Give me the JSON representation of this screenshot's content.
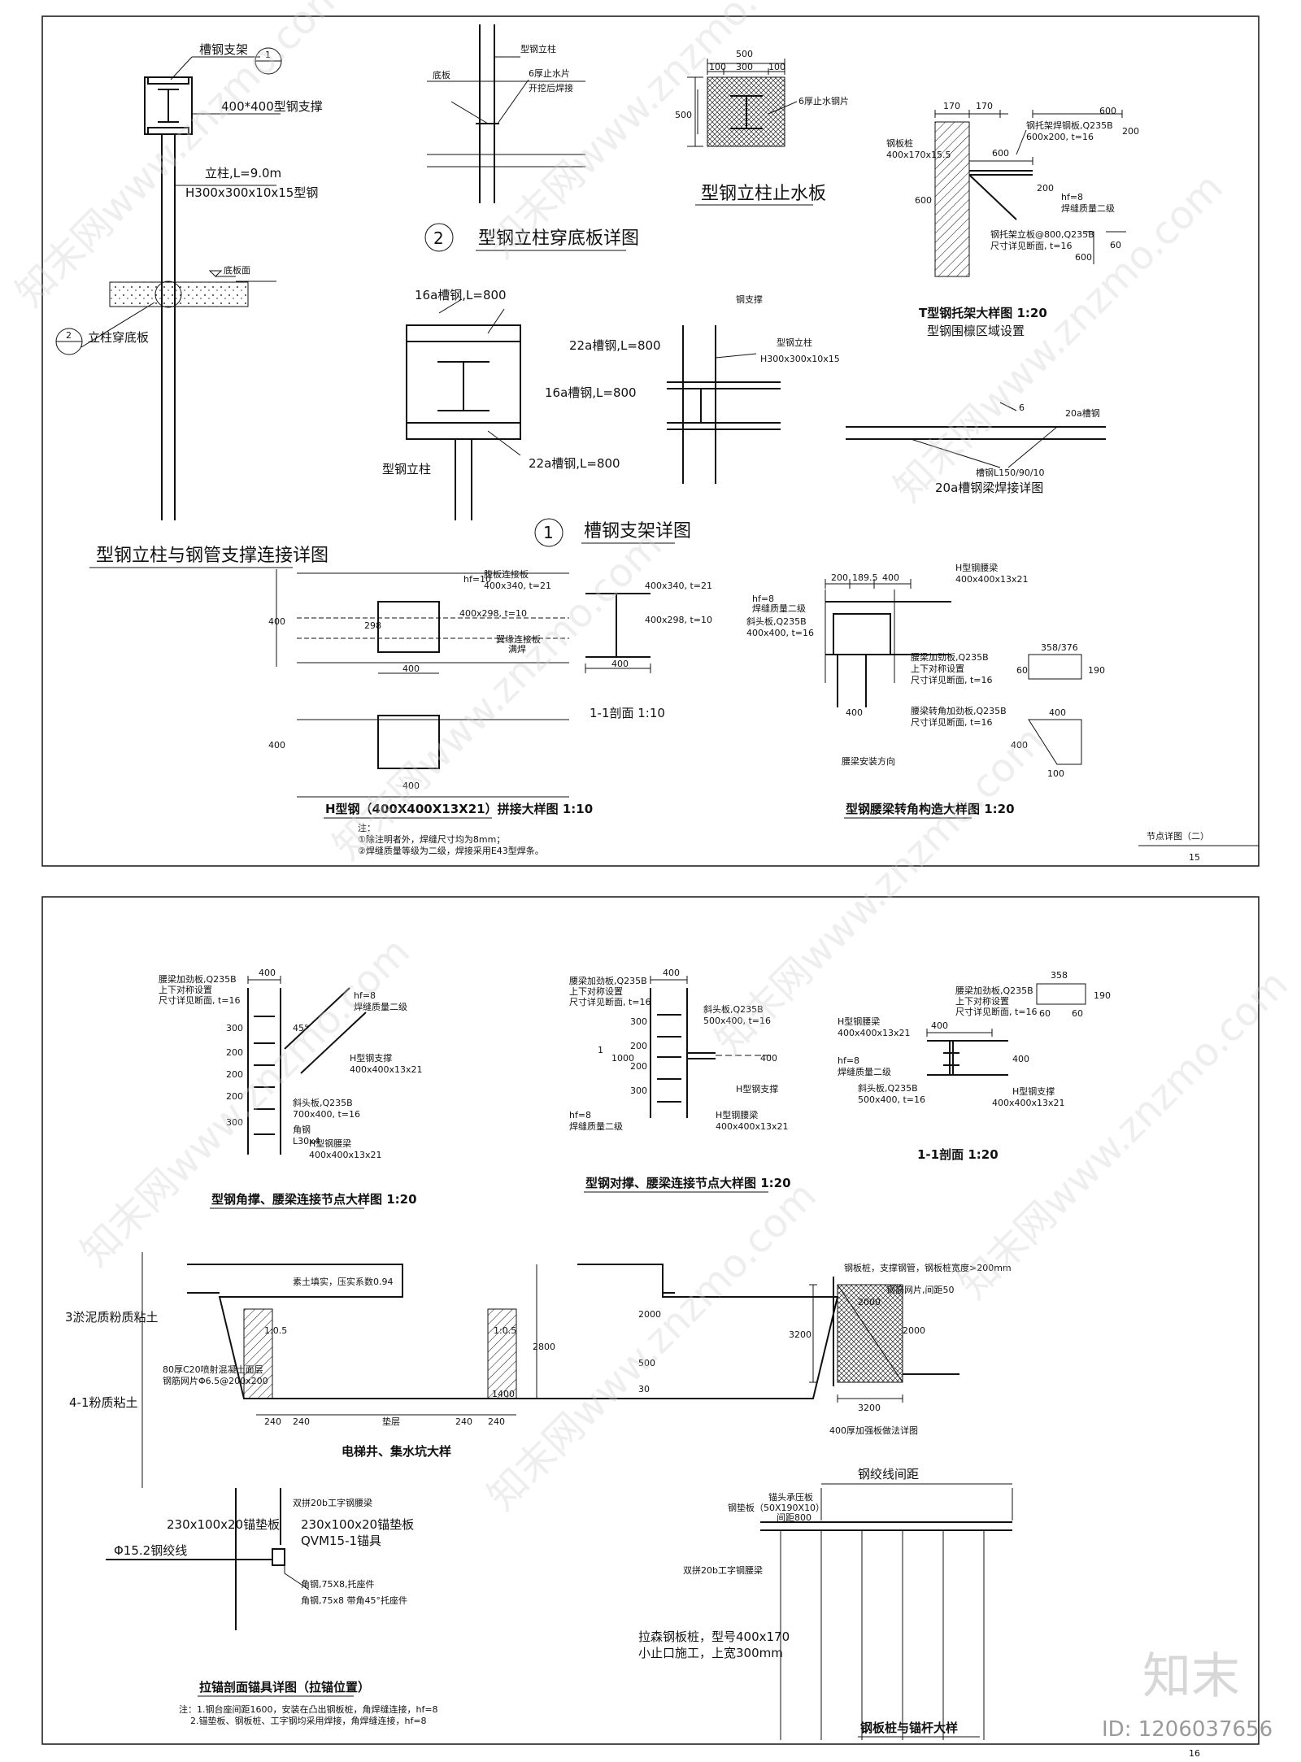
{
  "sheet_top": {
    "page_label": "节点详图（二）",
    "page_number": "15",
    "col": {
      "bracket": "槽钢支架",
      "brace": "400*400型钢支撑",
      "column_len": "立柱,L=9.0m",
      "column_sec": "H300x300x10x15型钢",
      "floor": "底板面",
      "through": "立柱穿底板",
      "caption": "型钢立柱与钢管支撑连接详图",
      "callout1": "1",
      "callout2": "2"
    },
    "through_slab": {
      "slab": "底板",
      "column": "型钢立柱",
      "plate1": "6厚止水片",
      "plate2": "开挖后焊接",
      "num": "2",
      "caption": "型钢立柱穿底板详图"
    },
    "water_stop": {
      "d_top": "500",
      "d_seg1": "100",
      "d_seg2": "300",
      "d_seg3": "100",
      "d_left": "500",
      "plate": "6厚止水钢片",
      "caption": "型钢立柱止水板"
    },
    "t_bracket": {
      "d1": "170",
      "d2": "170",
      "d3": "600",
      "d4": "200",
      "d5": "600",
      "d6": "200",
      "d7": "600",
      "d8": "600",
      "d9": "60",
      "n1": "钢板桩",
      "n2": "400x170x15.5",
      "n3": "钢托架焊钢板,Q235B",
      "n4": "600x200, t=16",
      "n5": "hf=8",
      "n6": "焊缝质量二级",
      "n7": "钢托架立板@800,Q235B",
      "n8": "尺寸详见断面, t=16",
      "caption": "T型钢托架大样图 1:20",
      "sub": "型钢围檩区域设置"
    },
    "channel": {
      "c16": "16a槽钢,L=800",
      "c22top": "22a槽钢,L=800",
      "c16b": "16a槽钢,L=800",
      "c22b": "22a槽钢,L=800",
      "col": "型钢立柱",
      "brace": "钢支撑",
      "colname": "型钢立柱",
      "colsec": "H300x300x10x15",
      "num": "1",
      "caption": "槽钢支架详图"
    },
    "weld20": {
      "a": "6",
      "b": "20a槽钢",
      "c": "槽钢L150/90/10",
      "caption": "20a槽钢梁焊接详图"
    },
    "splice": {
      "w1": "腹板连接板",
      "w2": "400x340, t=21",
      "w3": "hf=10",
      "w4": "满焊",
      "w5": "翼缘连接板",
      "w6": "400x298, t=10",
      "d400a": "400",
      "d298": "298",
      "d400b": "400",
      "d400c": "400",
      "d400d": "400",
      "caption": "H型钢（400X400X13X21）拼接大样图 1:10",
      "note1": "注：",
      "note2": "①除注明者外，焊缝尺寸均为8mm；",
      "note3": "②焊缝质量等级为二级，焊接采用E43型焊条。"
    },
    "sec11": {
      "a": "400x340, t=21",
      "b": "400x298, t=10",
      "d": "400",
      "caption": "1-1剖面 1:10"
    },
    "corner": {
      "d200": "200",
      "d1895": "189.5",
      "d400": "400",
      "d400v": "400",
      "t1": "H型钢腰梁",
      "t2": "400x400x13x21",
      "t3": "hf=8",
      "t4": "焊缝质量二级",
      "t5": "斜头板,Q235B",
      "t6": "400x400, t=16",
      "t7": "腰梁加劲板,Q235B",
      "t8": "上下对称设置",
      "t9": "尺寸详见断面, t=16",
      "t10": "腰梁转角加劲板,Q235B",
      "t11": "尺寸详见断面, t=16",
      "t12": "腰梁安装方向",
      "d358": "358/376",
      "d60a": "60",
      "d190": "190",
      "d400h": "400",
      "d100": "100",
      "d400b": "400",
      "caption": "型钢腰梁转角构造大样图 1:20"
    }
  },
  "sheet_bottom": {
    "page_number": "16",
    "knee": {
      "d400": "400",
      "dims": [
        "300",
        "200",
        "200",
        "200",
        "300"
      ],
      "a1": "腰梁加劲板,Q235B",
      "a2": "上下对称设置",
      "a3": "尺寸详见断面, t=16",
      "a4": "hf=8",
      "a5": "焊缝质量二级",
      "a6": "H型钢支撑",
      "a7": "400x400x13x21",
      "a8": "斜头板,Q235B",
      "a9": "700x400, t=16",
      "a10": "角钢",
      "a11": "L30x4",
      "a12": "H型钢腰梁",
      "a13": "400x400x13x21",
      "ang": "45°",
      "caption": "型钢角撑、腰梁连接节点大样图 1:20"
    },
    "butt": {
      "d400": "400",
      "dims": [
        "300",
        "200",
        "200",
        "300"
      ],
      "d1000": "1000",
      "d400v": "400",
      "b1": "腰梁加劲板,Q235B",
      "b2": "上下对称设置",
      "b3": "尺寸详见断面, t=16",
      "b4": "hf=8",
      "b5": "焊缝质量二级",
      "b6": "斜头板,Q235B",
      "b7": "500x400, t=16",
      "b8": "H型钢支撑",
      "b9": "H型钢腰梁",
      "b10": "400x400x13x21",
      "b11": "1",
      "caption": "型钢对撑、腰梁连接节点大样图 1:20"
    },
    "sec11b": {
      "d358": "358",
      "d60a": "60",
      "d60b": "60",
      "d190": "190",
      "c1": "腰梁加劲板,Q235B",
      "c2": "上下对称设置",
      "c3": "尺寸详见断面, t=16",
      "c4": "H型钢腰梁",
      "c5": "400x400x13x21",
      "c6": "hf=8",
      "c7": "焊缝质量二级",
      "c8": "斜头板,Q235B",
      "c9": "500x400, t=16",
      "c10": "H型钢支撑",
      "c11": "400x400x13x21",
      "d400h": "400",
      "d400v": "400",
      "caption": "1-1剖面 1:20"
    },
    "pit": {
      "soil1": "3淤泥质粉质粘土",
      "soil2": "4-1粉质粘土",
      "fill": "素土填实，压实系数0.94",
      "slope1": "1:0.5",
      "slope2": "1:0.5",
      "mesh1": "80厚C20喷射混凝土面层",
      "mesh2": "钢筋网片Φ6.5@200x200",
      "d2000": "2000",
      "d2800": "2800",
      "d500": "500",
      "d30": "30",
      "d1400": "1400",
      "d240a": "240",
      "d240b": "240",
      "d240c": "240",
      "d240d": "240",
      "base": "垫层",
      "caption": "电梯井、集水坑大样"
    },
    "reinf": {
      "top": "钢板桩，支撑钢管，钢板桩宽度>200mm",
      "d2000a": "2000",
      "d2000b": "2000",
      "d3200v": "3200",
      "d3200h": "3200",
      "n1": "钢筋网片,间距50",
      "caption": "400厚加强板做法详图"
    },
    "anchor": {
      "a1": "双拼20b工字钢腰梁",
      "a2": "230x100x20锚垫板",
      "a3": "230x100x20锚垫板",
      "a4": "QVM15-1锚具",
      "a5": "Φ15.2钢绞线",
      "a6": "角钢,75X8,托座件",
      "a7": "角钢,75x8 带角45°托座件",
      "caption": "拉锚剖面锚具详图（拉锚位置）",
      "note1": "注：1.钢台座间距1600，安装在凸出钢板桩，角焊缝连接，hf=8",
      "note2": "2.锚垫板、钢板桩、工字钢均采用焊接，角焊缝连接，hf=8"
    },
    "pile": {
      "a1": "钢绞线间距",
      "a2": "锚头承压板",
      "a3": "钢垫板（50X190X10）",
      "a4": "间距800",
      "a5": "双拼20b工字钢腰梁",
      "a6": "拉森钢板桩，型号400x170",
      "a7": "小止口施工，上宽300mm",
      "caption": "钢板桩与锚杆大样"
    }
  },
  "watermark": {
    "text": "知末网www.znzmo.com",
    "brand": "知末",
    "id": "ID: 1206037656"
  }
}
